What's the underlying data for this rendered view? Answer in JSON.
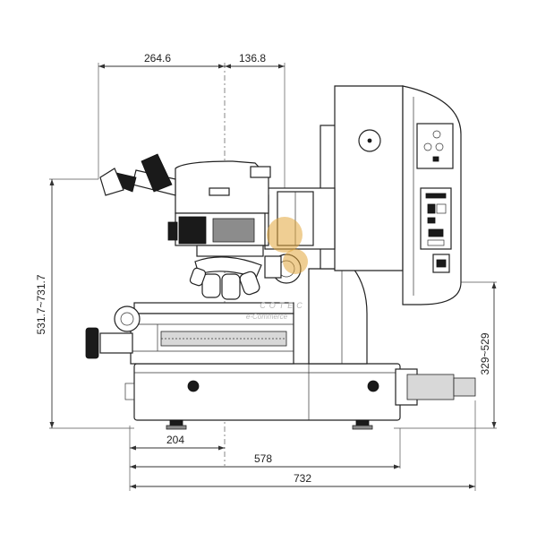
{
  "dimensions": {
    "top_left": "264.6",
    "top_right": "136.8",
    "left_height": "531.7~731.7",
    "right_height": "329~529",
    "bottom_short": "204",
    "bottom_mid": "578",
    "bottom_total": "732"
  },
  "watermark": {
    "brand": "COTEC",
    "tagline": "e-Commerce"
  },
  "colors": {
    "line": "#222222",
    "dark_part": "#1a1a1a",
    "watermark": "#e2a53b"
  }
}
